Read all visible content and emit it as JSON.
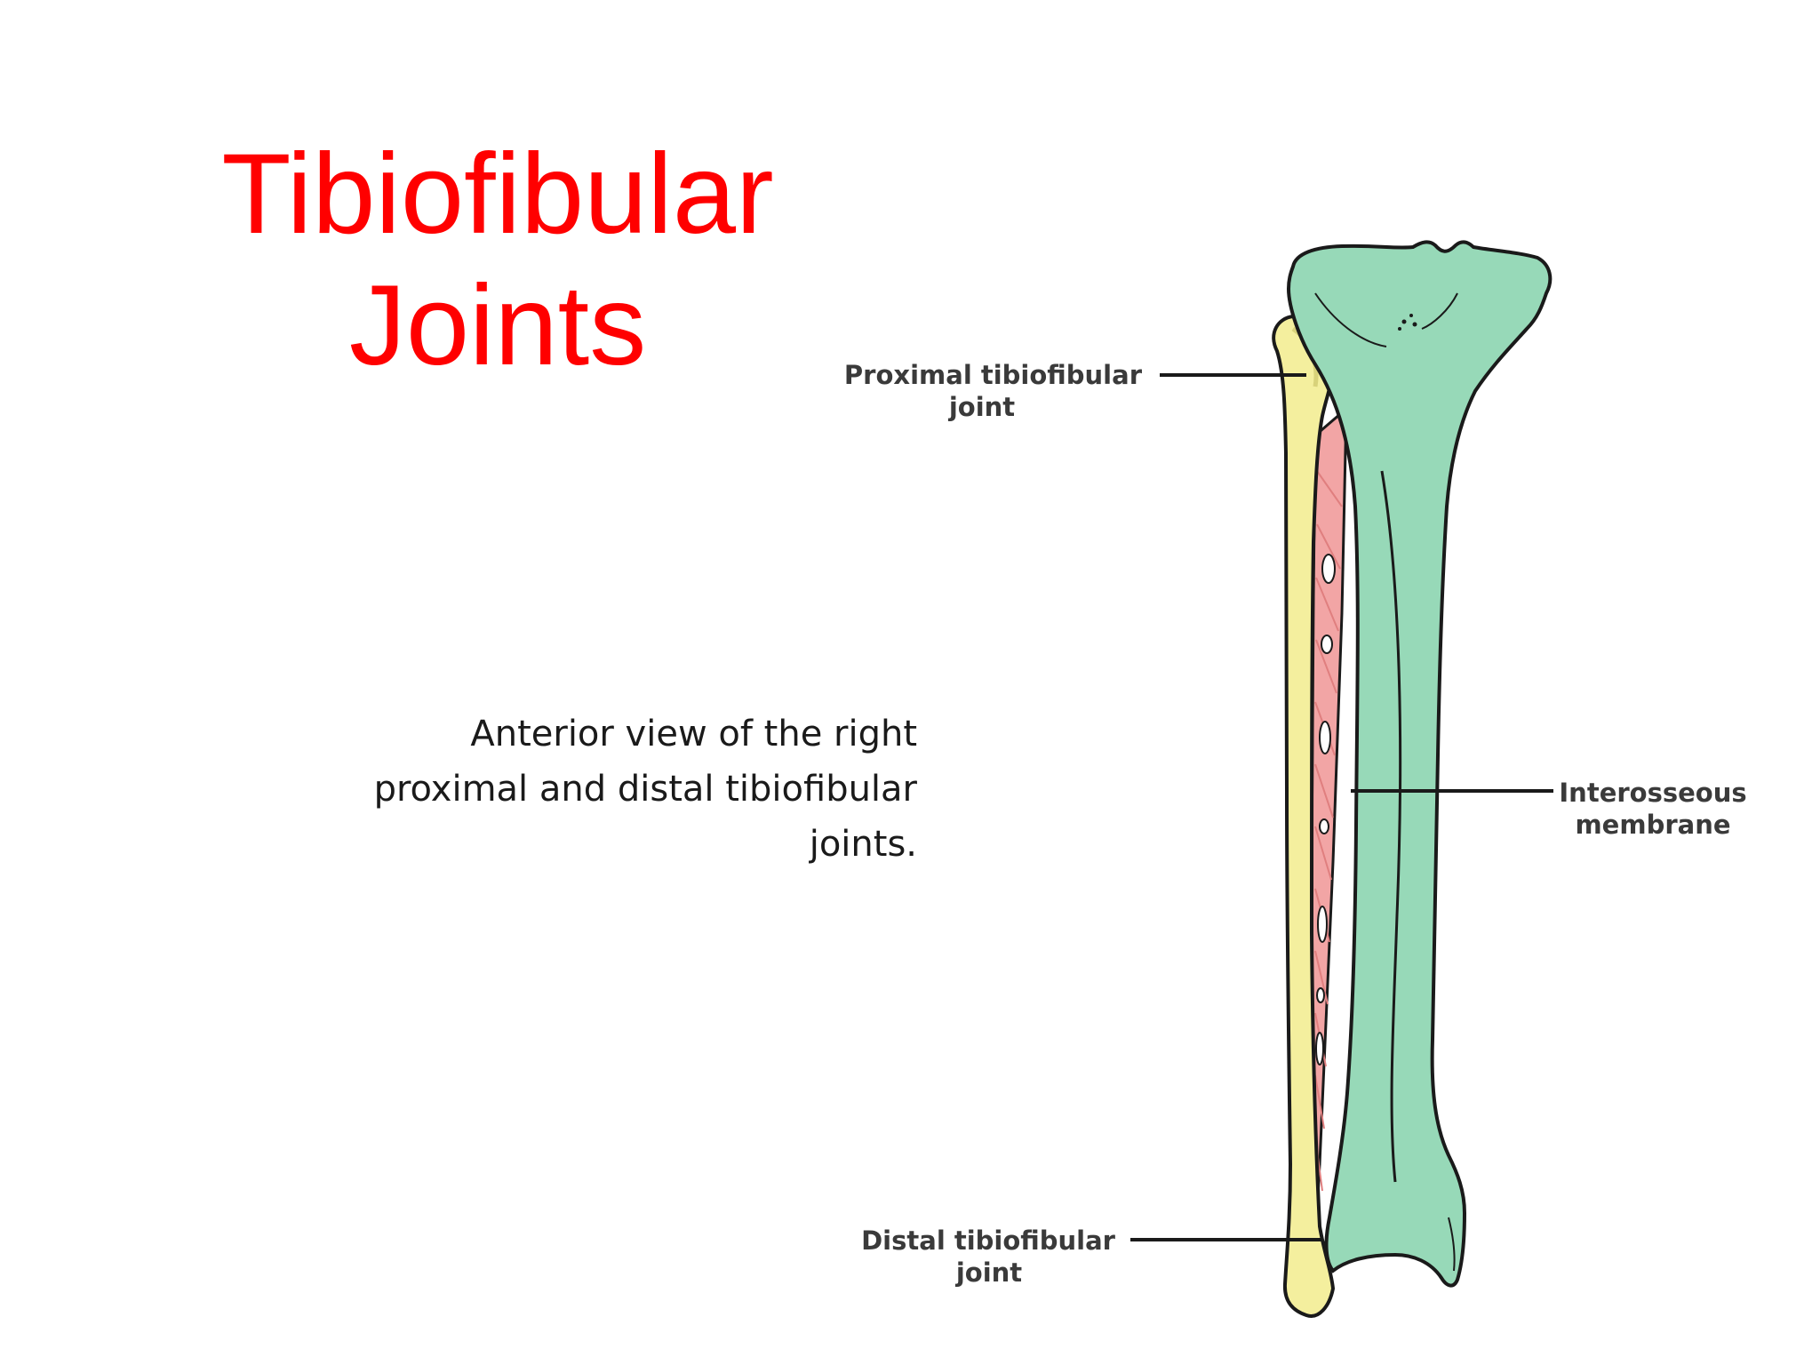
{
  "title": {
    "line1": "Tibiofibular",
    "line2": "Joints",
    "color": "#ff0000"
  },
  "caption": {
    "line1": "Anterior view of the right",
    "line2": "proximal and distal tibiofibular",
    "line3": "joints."
  },
  "diagram": {
    "labels": {
      "proximal_line1": "Proximal tibiofibular",
      "proximal_line2": "joint",
      "interosseous_line1": "Interosseous",
      "interosseous_line2": "membrane",
      "distal_line1": "Distal tibiofibular",
      "distal_line2": "joint"
    },
    "colors": {
      "tibia": "#97d9b8",
      "fibula": "#f4ef9e",
      "membrane": "#f2a5a5",
      "outline": "#1a1a1a"
    }
  }
}
